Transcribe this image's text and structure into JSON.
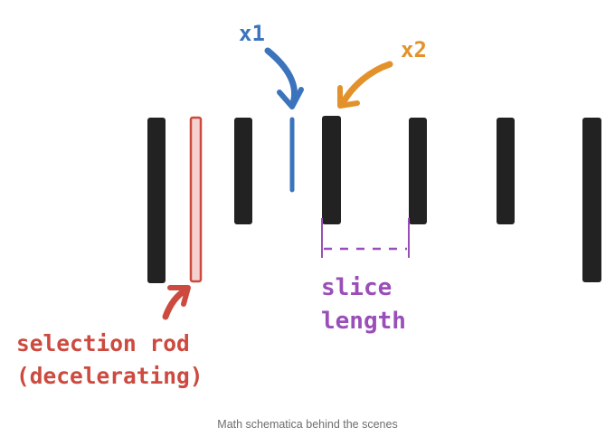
{
  "labels": {
    "x1": "x1",
    "x2": "x2",
    "slice_line1": "slice",
    "slice_line2": "length",
    "selection_line1": "selection rod",
    "selection_line2": "(decelerating)"
  },
  "caption": "Math schematica behind the scenes",
  "colors": {
    "rod": "#222222",
    "blue": "#3b74bd",
    "orange": "#e3922b",
    "purple": "#9a4fb8",
    "red": "#cc4a3f",
    "selection_fill": "#f5d2cf",
    "caption": "#6e6e6e"
  }
}
